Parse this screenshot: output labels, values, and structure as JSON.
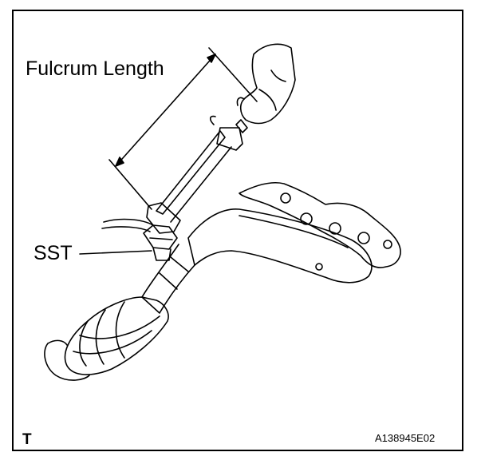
{
  "labels": {
    "fulcrum_length": "Fulcrum Length",
    "sst": "SST",
    "corner_mark": "T",
    "figure_code": "A138945E02"
  },
  "colors": {
    "line": "#000000",
    "background": "#ffffff"
  }
}
